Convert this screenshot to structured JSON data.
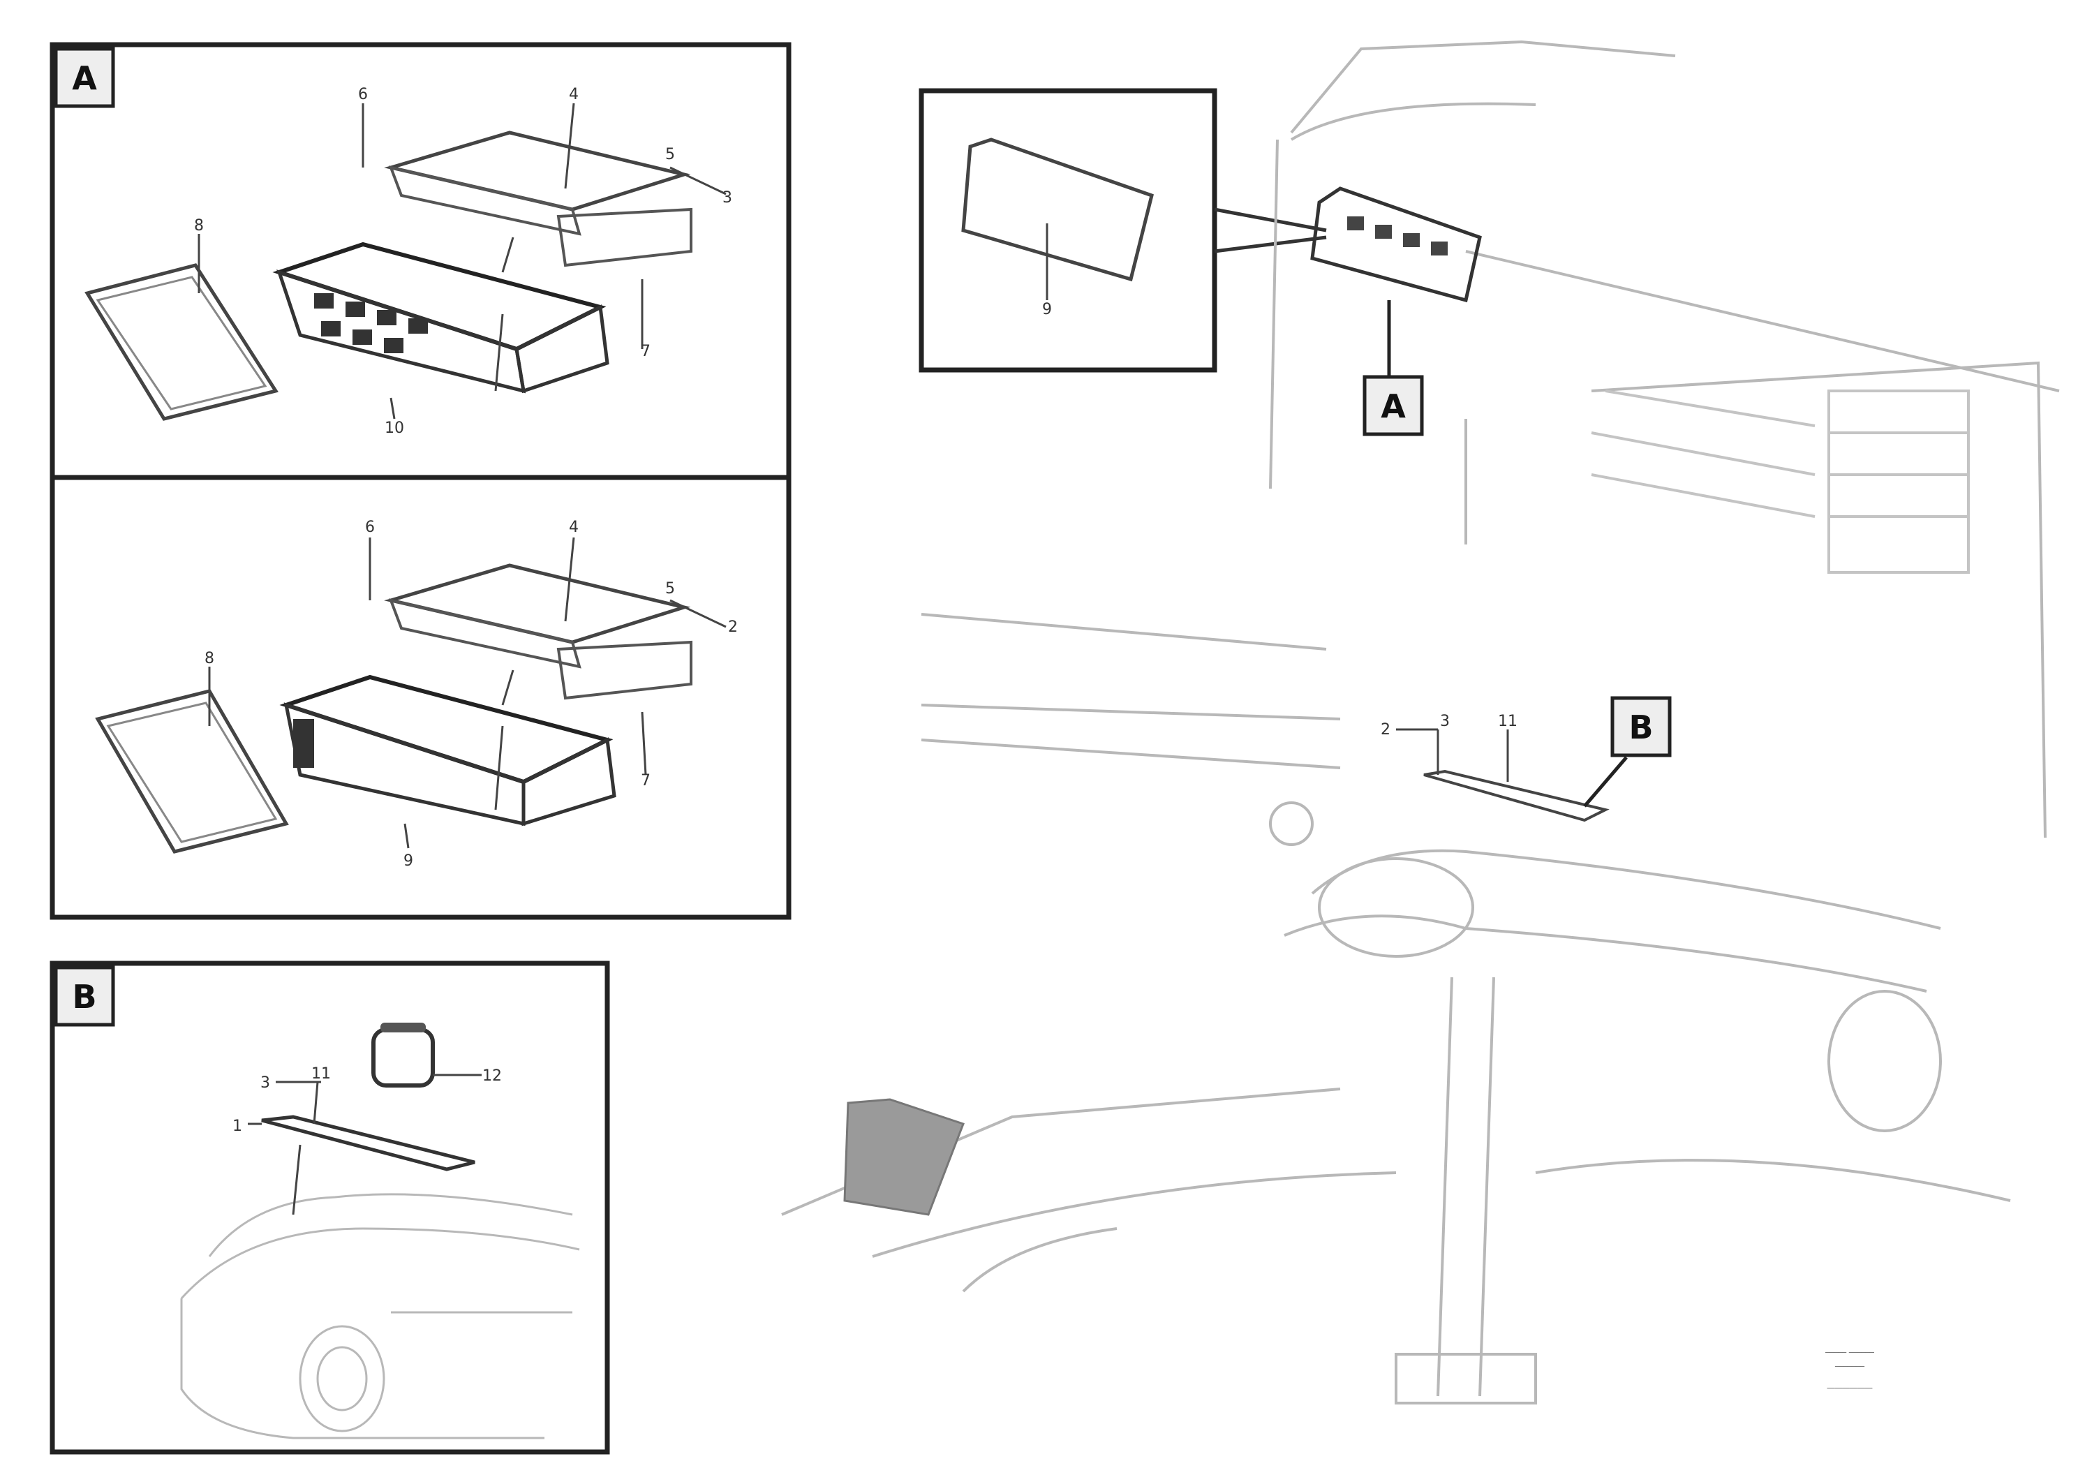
{
  "panels": {
    "a_top": {
      "tag": "A",
      "callouts": [
        "6",
        "4",
        "5",
        "3",
        "8",
        "7",
        "10"
      ]
    },
    "a_bottom": {
      "callouts": [
        "6",
        "4",
        "5",
        "2",
        "8",
        "7",
        "9"
      ]
    },
    "b": {
      "tag": "B",
      "callouts": [
        "3",
        "11",
        "1",
        "12"
      ]
    }
  },
  "main": {
    "detail_callout": "9",
    "tag_a": "A",
    "tag_b": "B",
    "b_callouts": [
      "2",
      "3",
      "11"
    ],
    "caption_lines": [
      "_____ ______",
      "_______"
    ],
    "reference": "______"
  },
  "colors": {
    "frame": "#222222",
    "line": "#555555",
    "faint": "#b8b8b8"
  }
}
